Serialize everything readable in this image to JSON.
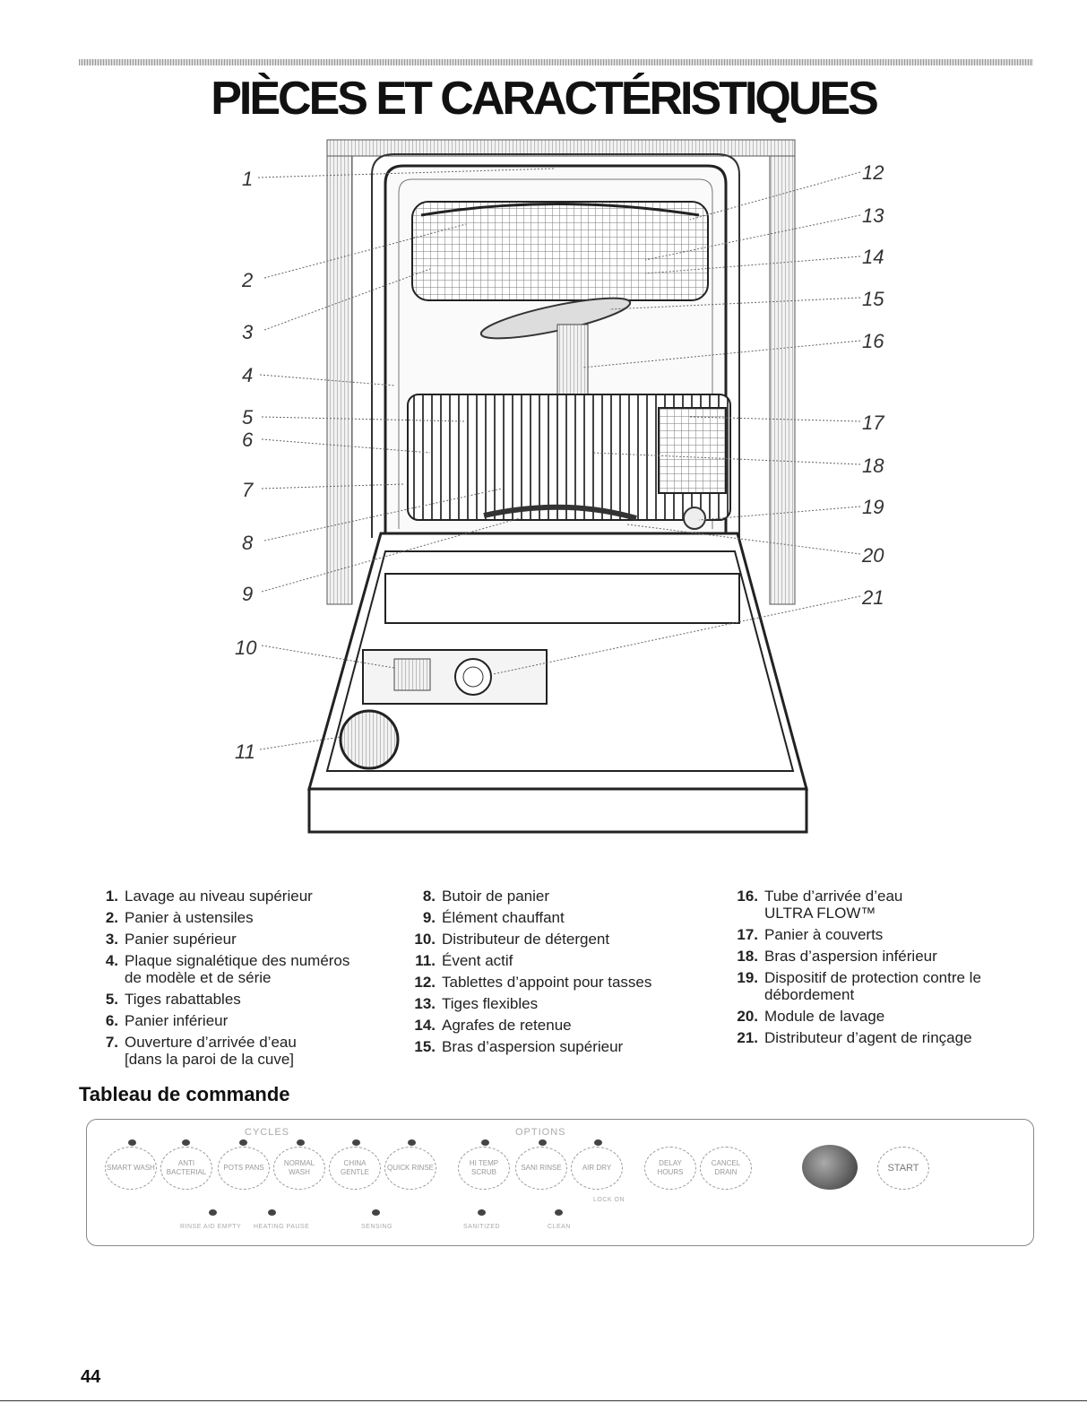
{
  "title": "PIÈCES ET CARACTÉRISTIQUES",
  "callouts": [
    "1",
    "2",
    "3",
    "4",
    "5",
    "6",
    "7",
    "8",
    "9",
    "10",
    "11",
    "12",
    "13",
    "14",
    "15",
    "16",
    "17",
    "18",
    "19",
    "20",
    "21"
  ],
  "parts_col1": [
    {
      "num": "1.",
      "text": "Lavage au niveau supérieur"
    },
    {
      "num": "2.",
      "text": "Panier à ustensiles"
    },
    {
      "num": "3.",
      "text": "Panier supérieur"
    },
    {
      "num": "4.",
      "text": "Plaque signalétique des numéros de modèle et de série"
    },
    {
      "num": "5.",
      "text": "Tiges rabattables"
    },
    {
      "num": "6.",
      "text": "Panier inférieur"
    },
    {
      "num": "7.",
      "text": "Ouverture d’arrivée d’eau [dans la paroi de la cuve]"
    }
  ],
  "parts_col2": [
    {
      "num": "8.",
      "text": "Butoir de panier"
    },
    {
      "num": "9.",
      "text": "Élément chauffant"
    },
    {
      "num": "10.",
      "text": "Distributeur de détergent"
    },
    {
      "num": "11.",
      "text": "Évent actif"
    },
    {
      "num": "12.",
      "text": "Tablettes d’appoint pour tasses"
    },
    {
      "num": "13.",
      "text": "Tiges flexibles"
    },
    {
      "num": "14.",
      "text": "Agrafes de retenue"
    },
    {
      "num": "15.",
      "text": "Bras d’aspersion supérieur"
    }
  ],
  "parts_col3": [
    {
      "num": "16.",
      "text": "Tube d’arrivée d’eau ULTRA FLOW™"
    },
    {
      "num": "17.",
      "text": "Panier à couverts"
    },
    {
      "num": "18.",
      "text": "Bras d’aspersion inférieur"
    },
    {
      "num": "19.",
      "text": "Dispositif de protection contre le débordement"
    },
    {
      "num": "20.",
      "text": "Module de lavage"
    },
    {
      "num": "21.",
      "text": "Distributeur d’agent de rinçage"
    }
  ],
  "control_panel": {
    "heading": "Tableau de commande",
    "cycles_label": "CYCLES",
    "options_label": "OPTIONS",
    "cycle_buttons": [
      "SMART WASH",
      "ANTI BACTERIAL",
      "POTS PANS",
      "NORMAL WASH",
      "CHINA GENTLE",
      "QUICK RINSE"
    ],
    "option_buttons": [
      "HI TEMP SCRUB",
      "SANI RINSE",
      "AIR DRY"
    ],
    "lock_label": "LOCK ON",
    "other_buttons": [
      "DELAY HOURS",
      "CANCEL DRAIN"
    ],
    "start_label": "START",
    "status_lights": [
      "RINSE AID EMPTY",
      "HEATING PAUSE",
      "SENSING",
      "SANITIZED",
      "CLEAN"
    ]
  },
  "page_number": "44"
}
